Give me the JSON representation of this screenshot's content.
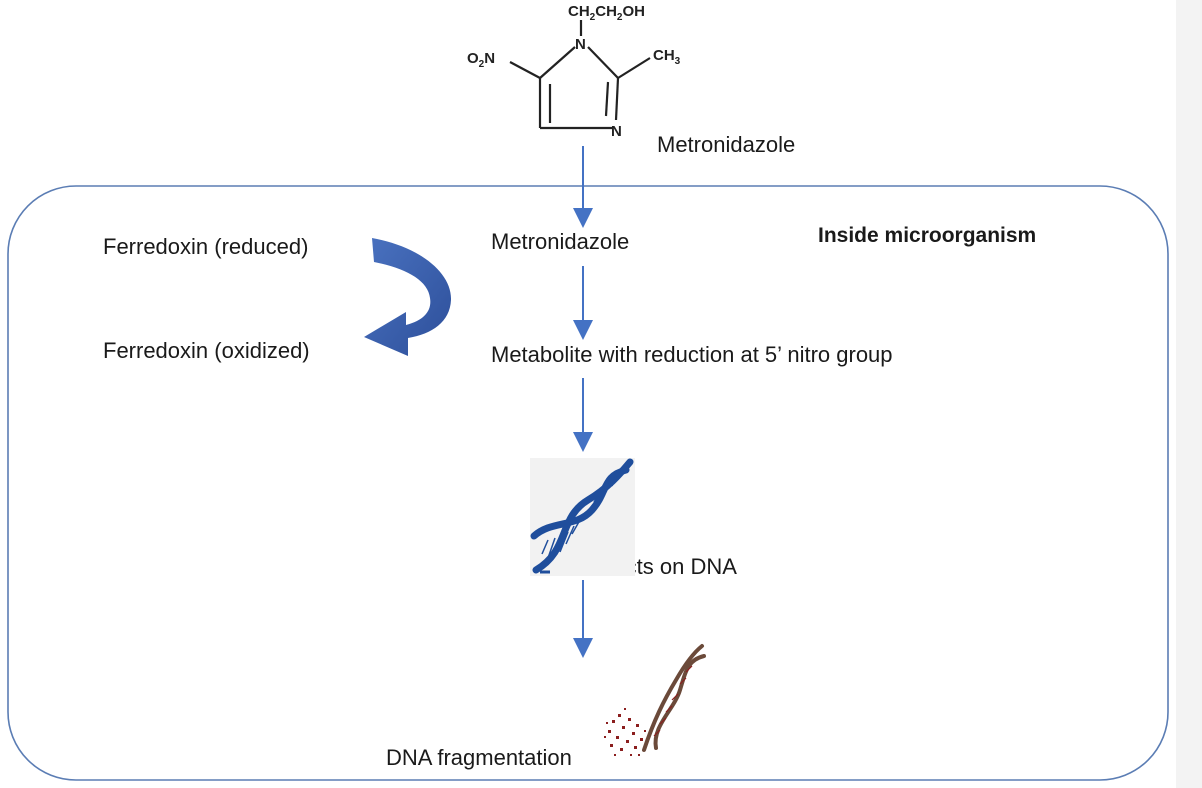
{
  "molecule": {
    "substituent_top": "CH2CH2OH",
    "n1": "N",
    "n3": "N",
    "nitro": "O2N",
    "methyl": "CH3",
    "name": "Metronidazole"
  },
  "cell": {
    "title": "Inside microorganism"
  },
  "ferredoxin": {
    "reduced": "Ferredoxin (reduced)",
    "oxidized": "Ferredoxin (oxidized)"
  },
  "pathway": {
    "step1": "Metronidazole",
    "step2": "Metabolite with reduction at 5’ nitro group",
    "step3": "Acts on DNA",
    "step4": "DNA fragmentation"
  },
  "colors": {
    "cell_border": "#5b7db4",
    "arrow": "#4472c4",
    "curved_arrow": "#3b5fae",
    "dna_blue": "#1f4e9c",
    "dna_red": "#8b1e1e"
  }
}
